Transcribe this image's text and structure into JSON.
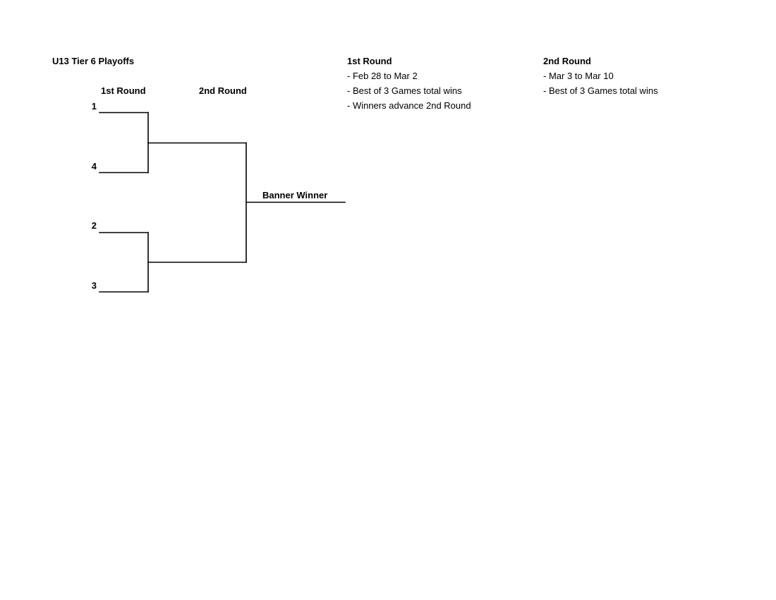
{
  "title": "U13 Tier 6 Playoffs",
  "bracket": {
    "round_headers": [
      "1st Round",
      "2nd Round"
    ],
    "seeds": [
      "1",
      "4",
      "2",
      "3"
    ],
    "final_label": "Banner Winner"
  },
  "schedule": [
    {
      "heading": "1st Round",
      "notes": [
        "- Feb 28 to Mar 2",
        "- Best of 3 Games total wins",
        "- Winners advance 2nd Round"
      ]
    },
    {
      "heading": "2nd Round",
      "notes": [
        "- Mar 3 to Mar 10",
        "- Best of 3 Games total wins"
      ]
    }
  ]
}
